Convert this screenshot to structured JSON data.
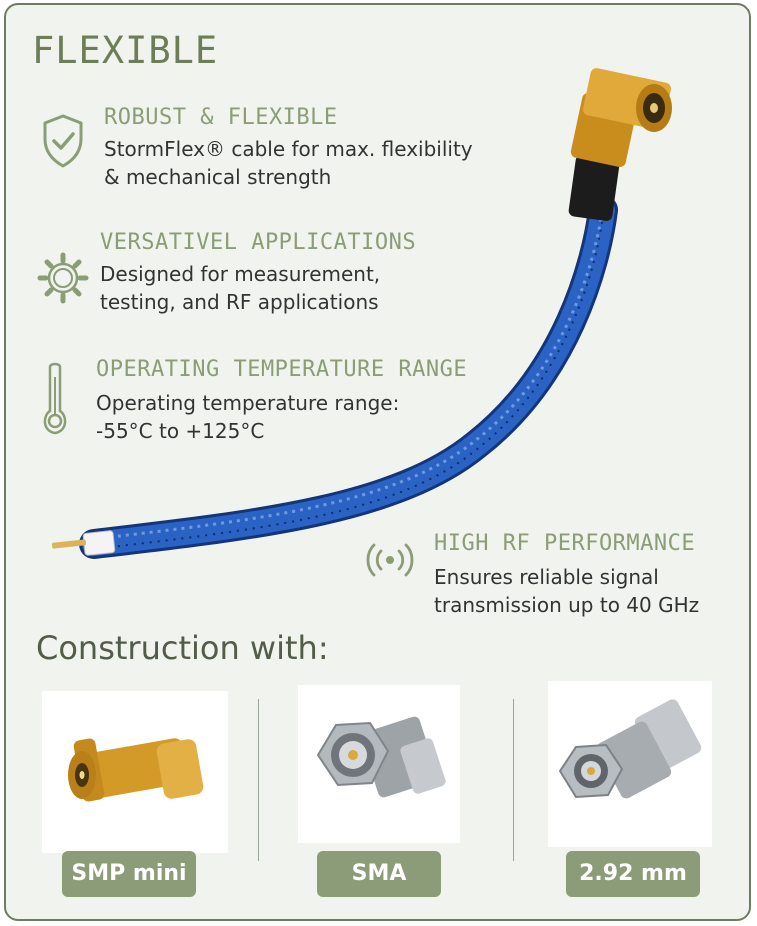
{
  "header": {
    "title": "FLEXIBLE"
  },
  "features": [
    {
      "title": "ROBUST & FLEXIBLE",
      "line1": "StormFlex® cable for max. flexibility",
      "line2": "& mechanical strength",
      "icon": "shield-check-icon"
    },
    {
      "title": "VERSATIVEL APPLICATIONS",
      "line1": "Designed for measurement,",
      "line2": "testing, and RF applications",
      "icon": "gear-icon"
    },
    {
      "title": "OPERATING TEMPERATURE RANGE",
      "line1": "Operating temperature range:",
      "line2": "-55°C to +125°C",
      "icon": "thermometer-icon"
    },
    {
      "title": "HIGH RF PERFORMANCE",
      "line1": "Ensures reliable signal",
      "line2": "transmission up to 40 GHz",
      "icon": "signal-waves-icon"
    }
  ],
  "construction": {
    "heading": "Construction with:",
    "connectors": [
      {
        "label": "SMP mini"
      },
      {
        "label": "SMA"
      },
      {
        "label": "2.92 mm"
      }
    ]
  },
  "colors": {
    "accent": "#8c9c79",
    "border": "#6f7c64",
    "background": "#f1f3ee",
    "cable": "#1f4fa8",
    "gold": "#d7a02a"
  }
}
